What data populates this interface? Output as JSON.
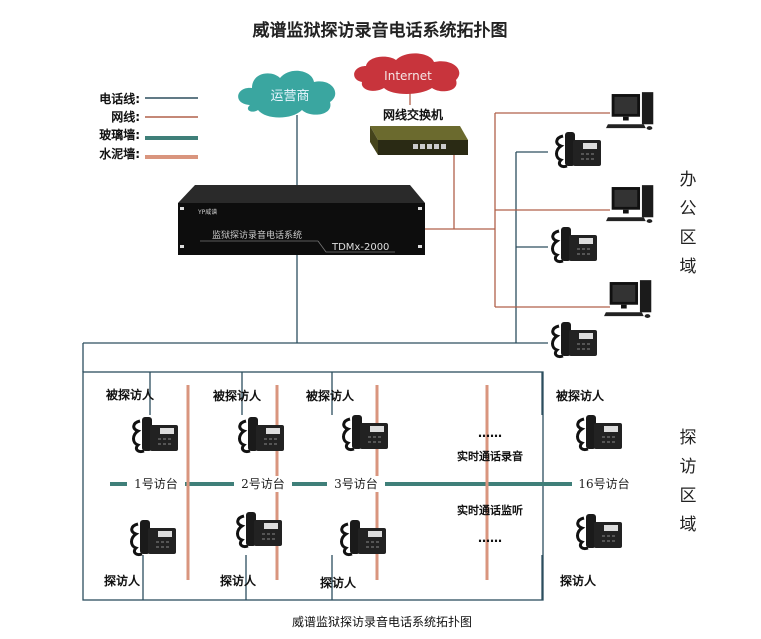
{
  "title": "威谱监狱探访录音电话系统拓扑图",
  "caption": "威谱监狱探访录音电话系统拓扑图",
  "legend": [
    {
      "label": "电话线:",
      "color": "#2d4f5f"
    },
    {
      "label": "网线:",
      "color": "#b0604a"
    },
    {
      "label": "玻璃墙:",
      "color": "#3f7f79"
    },
    {
      "label": "水泥墙:",
      "color": "#d9957e"
    }
  ],
  "clouds": {
    "carrier": "运营商",
    "internet": "Internet"
  },
  "switch_label": "网线交换机",
  "device": {
    "brand": "YP威谱",
    "name": "监狱探访录音电话系统",
    "model": "TDMx-2000"
  },
  "office_zone": [
    "办",
    "公",
    "区",
    "域"
  ],
  "visit_zone": [
    "探",
    "访",
    "区",
    "域"
  ],
  "stations": [
    {
      "label": "1号访台",
      "inmate": "被探访人",
      "visitor": "探访人"
    },
    {
      "label": "2号访台",
      "inmate": "被探访人",
      "visitor": "探访人"
    },
    {
      "label": "3号访台",
      "inmate": "被探访人",
      "visitor": "探访人"
    },
    {
      "label": "16号访台",
      "inmate": "被探访人",
      "visitor": "探访人"
    }
  ],
  "middle": {
    "dots_top": "……",
    "recording": "实时通话录音",
    "monitoring": "实时通话监听",
    "dots_bottom": "……"
  },
  "colors": {
    "phone_line": "#2d4f5f",
    "network": "#b0604a",
    "glass": "#3f7f79",
    "wall": "#d9957e",
    "carrier_cloud": "#3aa6a0",
    "internet_cloud": "#c8343c"
  }
}
